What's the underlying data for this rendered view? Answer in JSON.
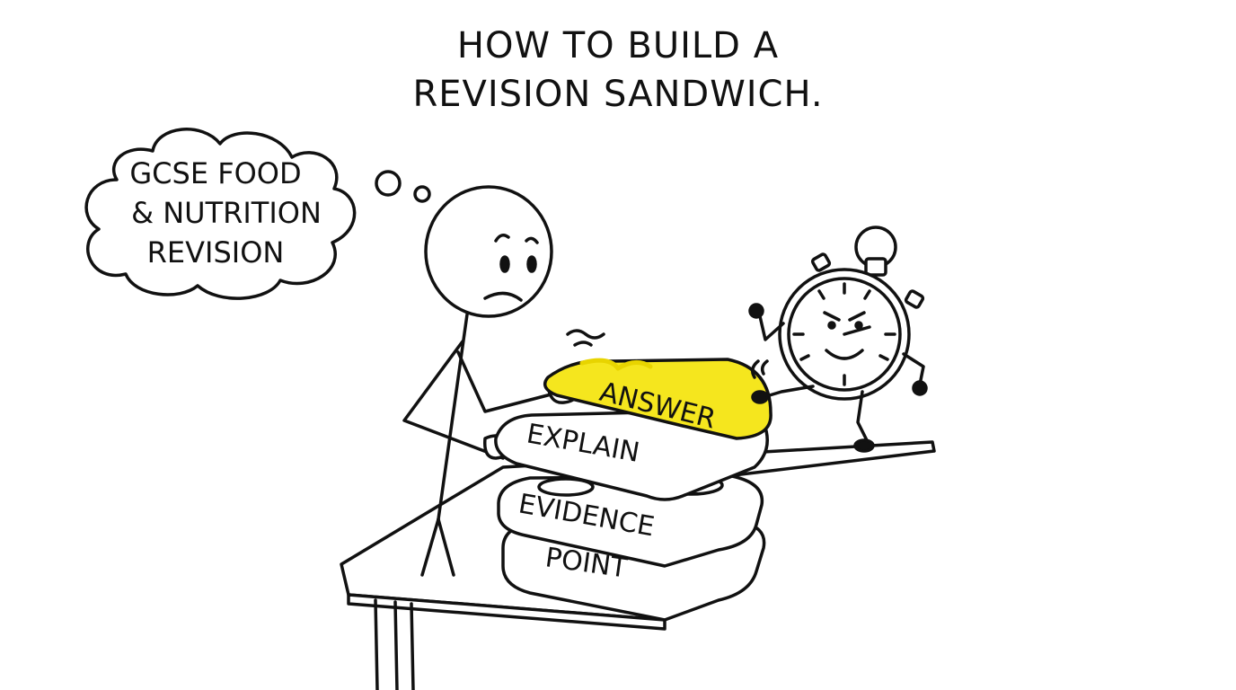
{
  "title": {
    "line1": "HOW TO BUILD A",
    "line2": "REVISION SANDWICH."
  },
  "thought_bubble": {
    "line1": "GCSE FOOD",
    "line2": "& NUTRITION",
    "line3": "REVISION"
  },
  "sandwich_layers": {
    "top": "ANSWER",
    "second": "EXPLAIN",
    "third": "EVIDENCE",
    "bottom": "POINT"
  },
  "colors": {
    "ink": "#111111",
    "butter": "#f5e61e",
    "background": "#ffffff"
  },
  "icons": [
    "stick-figure",
    "thought-bubble",
    "stopwatch-character",
    "sandwich-stack",
    "table"
  ]
}
